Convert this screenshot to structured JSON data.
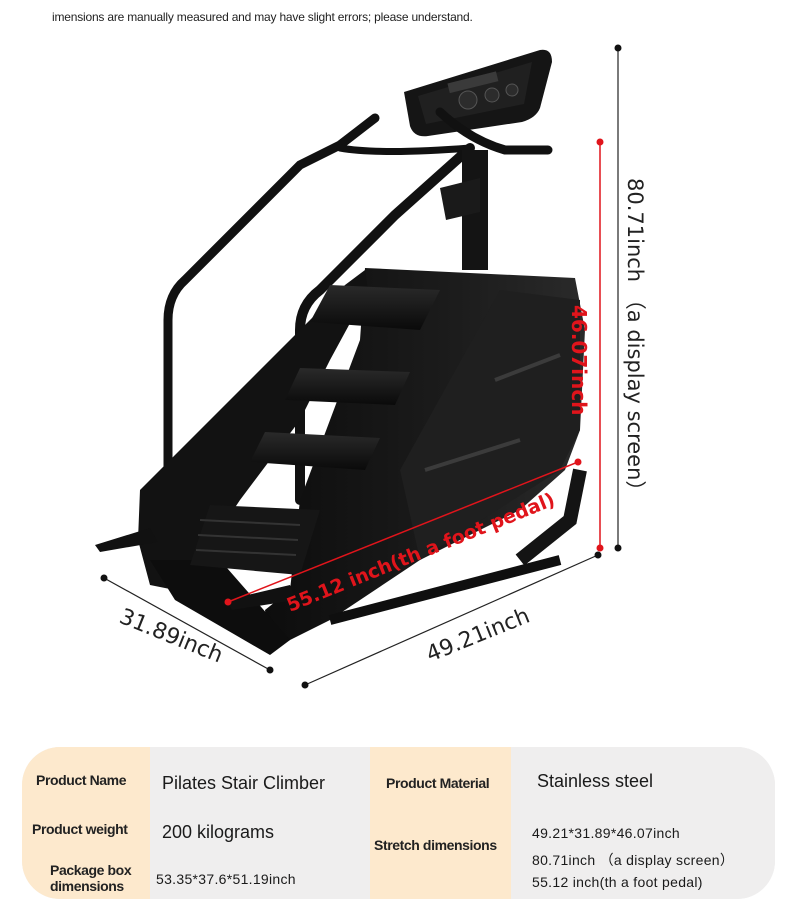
{
  "note": "imensions are manually measured and may have slight errors; please understand.",
  "dimensions": {
    "height_total": "80.71inch （a display screen）",
    "height_pedal": "46.07inch",
    "diagonal_pedal": "55.12 inch(th a foot pedal)",
    "length": "49.21inch",
    "width": "31.89inch"
  },
  "colors": {
    "accent_red": "#e0141b",
    "label_bg": "#fde9cd",
    "value_bg": "#efeeee"
  },
  "specs": {
    "product_name_label": "Product Name",
    "product_name_value": "Pilates Stair Climber",
    "product_weight_label": "Product weight",
    "product_weight_value": "200 kilograms",
    "package_label_line1": "Package box",
    "package_label_line2": "dimensions",
    "package_value": "53.35*37.6*51.19inch",
    "material_label": "Product Material",
    "material_value": "Stainless steel",
    "stretch_label": "Stretch dimensions",
    "stretch_value_1": "49.21*31.89*46.07inch",
    "stretch_value_2": "80.71inch （a display screen）",
    "stretch_value_3": "55.12 inch(th a foot pedal)"
  }
}
